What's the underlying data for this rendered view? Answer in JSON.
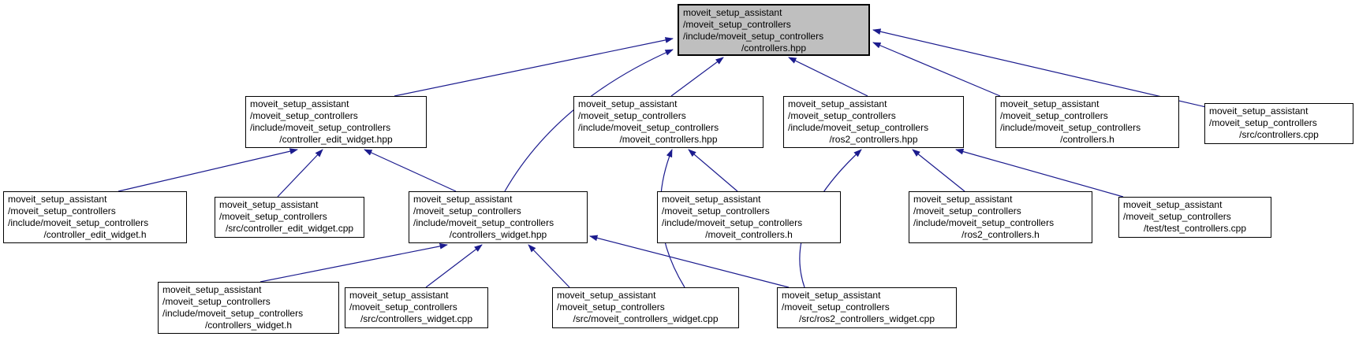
{
  "diagram": {
    "kind": "doxygen-included-by-graph",
    "edge_color": "#1b1b8e",
    "root_fill": "#bfbfbf",
    "node_fill": "#ffffff",
    "nodes": [
      {
        "id": "controllers_hpp",
        "root": true,
        "lines": [
          "moveit_setup_assistant",
          "/moveit_setup_controllers",
          "/include/moveit_setup_controllers",
          "/controllers.hpp"
        ]
      },
      {
        "id": "controller_edit_widget_hpp",
        "lines": [
          "moveit_setup_assistant",
          "/moveit_setup_controllers",
          "/include/moveit_setup_controllers",
          "/controller_edit_widget.hpp"
        ]
      },
      {
        "id": "moveit_controllers_hpp",
        "lines": [
          "moveit_setup_assistant",
          "/moveit_setup_controllers",
          "/include/moveit_setup_controllers",
          "/moveit_controllers.hpp"
        ]
      },
      {
        "id": "ros2_controllers_hpp",
        "lines": [
          "moveit_setup_assistant",
          "/moveit_setup_controllers",
          "/include/moveit_setup_controllers",
          "/ros2_controllers.hpp"
        ]
      },
      {
        "id": "controllers_h",
        "lines": [
          "moveit_setup_assistant",
          "/moveit_setup_controllers",
          "/include/moveit_setup_controllers",
          "/controllers.h"
        ]
      },
      {
        "id": "controllers_cpp",
        "lines": [
          "moveit_setup_assistant",
          "/moveit_setup_controllers",
          "/src/controllers.cpp"
        ]
      },
      {
        "id": "controller_edit_widget_h",
        "lines": [
          "moveit_setup_assistant",
          "/moveit_setup_controllers",
          "/include/moveit_setup_controllers",
          "/controller_edit_widget.h"
        ]
      },
      {
        "id": "controller_edit_widget_cpp",
        "lines": [
          "moveit_setup_assistant",
          "/moveit_setup_controllers",
          "/src/controller_edit_widget.cpp"
        ]
      },
      {
        "id": "controllers_widget_hpp",
        "lines": [
          "moveit_setup_assistant",
          "/moveit_setup_controllers",
          "/include/moveit_setup_controllers",
          "/controllers_widget.hpp"
        ]
      },
      {
        "id": "moveit_controllers_h",
        "lines": [
          "moveit_setup_assistant",
          "/moveit_setup_controllers",
          "/include/moveit_setup_controllers",
          "/moveit_controllers.h"
        ]
      },
      {
        "id": "ros2_controllers_h",
        "lines": [
          "moveit_setup_assistant",
          "/moveit_setup_controllers",
          "/include/moveit_setup_controllers",
          "/ros2_controllers.h"
        ]
      },
      {
        "id": "test_controllers_cpp",
        "lines": [
          "moveit_setup_assistant",
          "/moveit_setup_controllers",
          "/test/test_controllers.cpp"
        ]
      },
      {
        "id": "controllers_widget_h",
        "lines": [
          "moveit_setup_assistant",
          "/moveit_setup_controllers",
          "/include/moveit_setup_controllers",
          "/controllers_widget.h"
        ]
      },
      {
        "id": "controllers_widget_cpp",
        "lines": [
          "moveit_setup_assistant",
          "/moveit_setup_controllers",
          "/src/controllers_widget.cpp"
        ]
      },
      {
        "id": "moveit_controllers_widget_cpp",
        "lines": [
          "moveit_setup_assistant",
          "/moveit_setup_controllers",
          "/src/moveit_controllers_widget.cpp"
        ]
      },
      {
        "id": "ros2_controllers_widget_cpp",
        "lines": [
          "moveit_setup_assistant",
          "/moveit_setup_controllers",
          "/src/ros2_controllers_widget.cpp"
        ]
      }
    ],
    "edges": [
      {
        "from": "controller_edit_widget_hpp",
        "to": "controllers_hpp"
      },
      {
        "from": "controllers_widget_hpp",
        "to": "controllers_hpp"
      },
      {
        "from": "moveit_controllers_hpp",
        "to": "controllers_hpp"
      },
      {
        "from": "ros2_controllers_hpp",
        "to": "controllers_hpp"
      },
      {
        "from": "controllers_h",
        "to": "controllers_hpp"
      },
      {
        "from": "controllers_cpp",
        "to": "controllers_hpp"
      },
      {
        "from": "controller_edit_widget_h",
        "to": "controller_edit_widget_hpp"
      },
      {
        "from": "controller_edit_widget_cpp",
        "to": "controller_edit_widget_hpp"
      },
      {
        "from": "controllers_widget_hpp",
        "to": "controller_edit_widget_hpp"
      },
      {
        "from": "moveit_controllers_h",
        "to": "moveit_controllers_hpp"
      },
      {
        "from": "moveit_controllers_widget_cpp",
        "to": "moveit_controllers_hpp"
      },
      {
        "from": "ros2_controllers_h",
        "to": "ros2_controllers_hpp"
      },
      {
        "from": "ros2_controllers_widget_cpp",
        "to": "ros2_controllers_hpp"
      },
      {
        "from": "test_controllers_cpp",
        "to": "ros2_controllers_hpp"
      },
      {
        "from": "controllers_widget_h",
        "to": "controllers_widget_hpp"
      },
      {
        "from": "controllers_widget_cpp",
        "to": "controllers_widget_hpp"
      },
      {
        "from": "moveit_controllers_widget_cpp",
        "to": "controllers_widget_hpp"
      },
      {
        "from": "ros2_controllers_widget_cpp",
        "to": "controllers_widget_hpp"
      }
    ]
  }
}
